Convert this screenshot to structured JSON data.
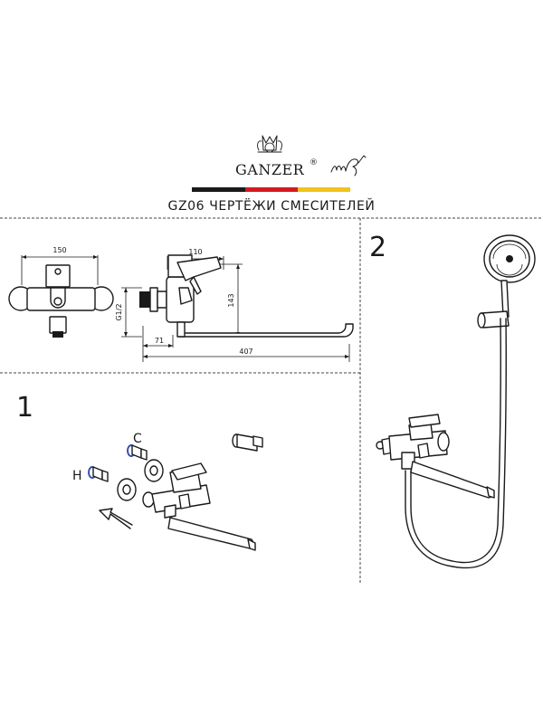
{
  "brand": {
    "name": "GANZER",
    "registered_mark": "®",
    "flag_colors": [
      "#1a1a1a",
      "#d5191f",
      "#f2c31a"
    ]
  },
  "title": "GZ06 ЧЕРТЁЖИ СМЕСИТЕЛЕЙ",
  "dimensions": {
    "width_front": "150",
    "handle_width": "110",
    "height": "143",
    "thread": "G1/2",
    "offset": "71",
    "spout_length": "407"
  },
  "panels": {
    "install_number": "1",
    "shower_number": "2"
  },
  "ports": {
    "cold": "C",
    "hot": "H"
  },
  "colors": {
    "line": "#1a1a1a",
    "hot_ring": "#3a4fb0"
  }
}
